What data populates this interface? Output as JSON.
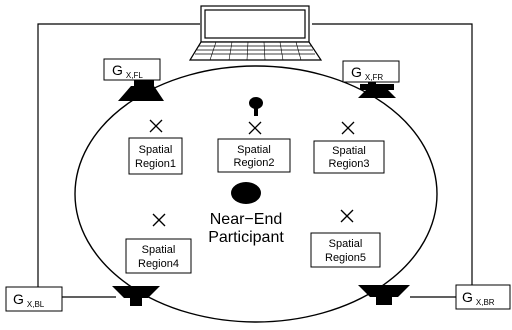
{
  "gains": {
    "front_left": {
      "main": "G",
      "sub": "X,FL"
    },
    "front_right": {
      "main": "G",
      "sub": "X,FR"
    },
    "back_left": {
      "main": "G",
      "sub": "X,BL"
    },
    "back_right": {
      "main": "G",
      "sub": "X,BR"
    }
  },
  "regions": [
    {
      "line1": "Spatial",
      "line2": "Region1"
    },
    {
      "line1": "Spatial",
      "line2": "Region2"
    },
    {
      "line1": "Spatial",
      "line2": "Region3"
    },
    {
      "line1": "Spatial",
      "line2": "Region4"
    },
    {
      "line1": "Spatial",
      "line2": "Region5"
    }
  ],
  "participant": {
    "line1": "Near−End",
    "line2": "Participant"
  },
  "icons": {
    "laptop": "laptop-icon",
    "speaker": "speaker-icon",
    "microphone": "microphone-icon",
    "region_marker": "x-mark-icon",
    "participant": "participant-ellipse-icon"
  },
  "colors": {
    "ink": "#000000",
    "background": "#ffffff"
  }
}
